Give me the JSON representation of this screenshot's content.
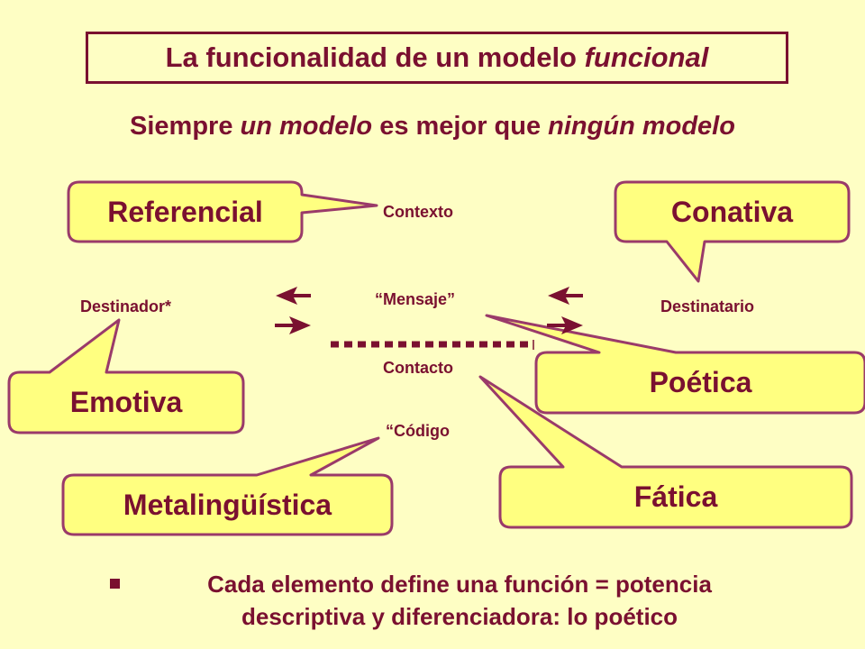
{
  "title": {
    "prefix": "La funcionalidad de un modelo ",
    "emphasis": "funcional"
  },
  "subtitle": {
    "part1": "Siempre ",
    "emphasis1": "un modelo",
    "part2": " es mejor que ",
    "emphasis2": "ningún modelo"
  },
  "functions": {
    "referencial": "Referencial",
    "conativa": "Conativa",
    "emotiva": "Emotiva",
    "poetica": "Poética",
    "metalinguistica": "Metalingüística",
    "fatica": "Fática"
  },
  "elements": {
    "contexto": "Contexto",
    "mensaje": "“Mensaje”",
    "destinador": "Destinador*",
    "destinatario": "Destinatario",
    "contacto": "Contacto",
    "codigo": "“Código"
  },
  "bullet": {
    "line1": "Cada elemento define una función = potencia",
    "line2": "descriptiva y diferenciadora: lo poético"
  },
  "colors": {
    "background": "#fefec4",
    "accent": "#7a1030",
    "callout_fill": "#ffff80",
    "callout_border": "#9a3a6a"
  }
}
